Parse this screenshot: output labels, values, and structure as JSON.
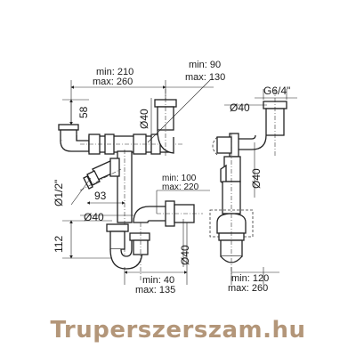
{
  "dims": {
    "top_width_min": "min: 210",
    "top_width_max": "max: 260",
    "offset_min": "min: 90",
    "offset_max": "max: 130",
    "thread": "G6/4\"",
    "height_58": "58",
    "dia40_a": "Ø40",
    "dia40_b": "Ø40",
    "dia40_c": "Ø40",
    "dia40_d": "Ø40",
    "dia40_e": "Ø40",
    "dia_half": "Ø1/2\"",
    "len_93": "93",
    "mid_min": "min: 100",
    "mid_max": "max: 220",
    "height_112": "112",
    "bottom_min": "min: 40",
    "bottom_max": "max: 135",
    "side_min": "min: 120",
    "side_max": "max: 260"
  },
  "watermark": "Truperszerszam.hu"
}
